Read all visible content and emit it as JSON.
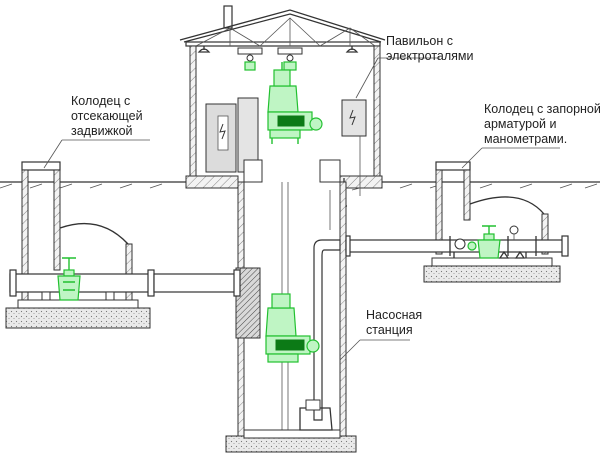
{
  "labels": {
    "pavilion": "Павильон с\nэлектроталями",
    "shutoff_well": "Колодец с\nотсекающей\nзадвижкой",
    "valve_well": "Колодец с запорной\nарматурой и\nманометрами.",
    "pump_station": "Насосная\nстанция"
  },
  "colors": {
    "pump": "#22c030",
    "line": "#333333",
    "ground": "#333333"
  }
}
